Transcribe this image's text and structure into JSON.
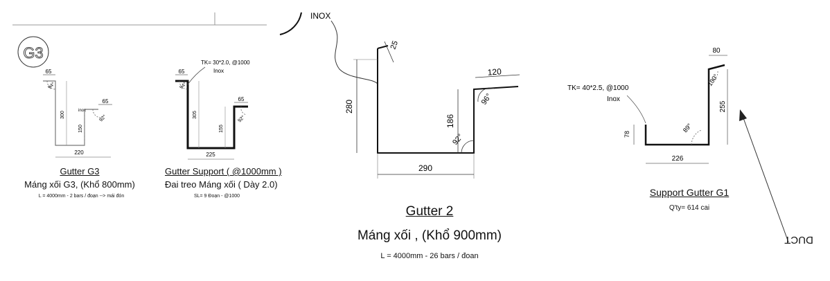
{
  "panel_g3": {
    "badge": "G3",
    "dims": {
      "lip_left": "65",
      "angle_left": "94°",
      "depth_left": "300",
      "inox": "inox",
      "lip_right": "65",
      "angle_right": "92°",
      "depth_right": "150",
      "width": "220"
    },
    "title": "Gutter G3",
    "subtitle": "Máng xối G3, (Khổ 800mm)",
    "note": "L = 4000mm  -  2 bars / đoạn  -->  mái đón"
  },
  "panel_support": {
    "spec": "TK= 30*2.0, @1000",
    "material": "Inox",
    "dims": {
      "lip_left": "65",
      "angle_left": "94°",
      "depth_left": "305",
      "lip_right": "65",
      "angle_right": "92°",
      "depth_right": "155",
      "width": "225"
    },
    "title": "Gutter Support ( @1000mm )",
    "subtitle": "Đai treo Máng xối ( Dày 2.0)",
    "note": "SL= 9 Đoạn - @1000"
  },
  "panel_gutter2": {
    "inox": "INOX",
    "dims": {
      "top_lip": "25",
      "left_height": "280",
      "right_height": "186",
      "right_lip": "120",
      "angle_top": "96°",
      "angle_bottom": "92°",
      "width": "290"
    },
    "title": "Gutter 2",
    "subtitle": "Máng xối , (Khổ 900mm)",
    "note": "L = 4000mm  -  26 bars / đoan"
  },
  "panel_g1": {
    "spec": "TK= 40*2.5, @1000",
    "material": "Inox",
    "dims": {
      "lip": "80",
      "angle_top": "100°",
      "right_height": "255",
      "left_height": "78",
      "angle_bottom": "89°",
      "width": "226"
    },
    "title": "Support Gutter G1",
    "quantity": "Q'ty= 614 cai"
  },
  "edge_label": "DUCT"
}
